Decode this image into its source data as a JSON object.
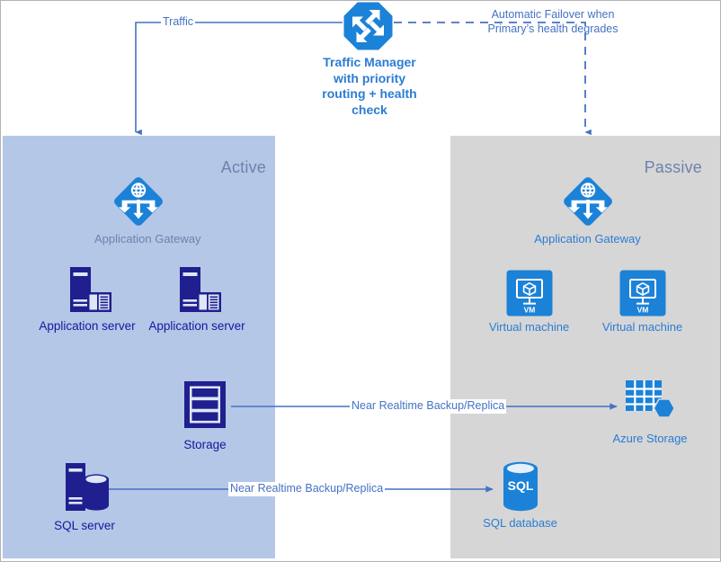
{
  "diagram": {
    "title": "Azure Active-Passive Failover Architecture",
    "colors": {
      "azure_blue": "#2b7cd3",
      "navy": "#17179e",
      "dark_navy": "#1f1f8f",
      "connector_blue": "#4472c4",
      "active_zone_bg": "#b4c7e7",
      "passive_zone_bg": "#d6d6d6",
      "muted_label": "#6b83ad",
      "canvas_border": "#b3b3b3"
    }
  },
  "zones": {
    "active": {
      "label": "Active"
    },
    "passive": {
      "label": "Passive"
    }
  },
  "traffic_manager": {
    "icon": "traffic-manager-icon",
    "label": "Traffic Manager\nwith priority\nrouting + health\ncheck",
    "line1": "Traffic Manager",
    "line2": "with priority",
    "line3": "routing + health",
    "line4": "check"
  },
  "connectors": {
    "traffic": {
      "label": "Traffic",
      "style": "solid",
      "from": "traffic-manager",
      "to": "active-zone"
    },
    "failover": {
      "line1": "Automatic Failover when",
      "line2": "Primary’s health degrades",
      "style": "dashed",
      "from": "traffic-manager",
      "to": "passive-zone"
    },
    "storage_replica": {
      "label": "Near Realtime Backup/Replica",
      "style": "solid",
      "from": "storage",
      "to": "azure-storage"
    },
    "sql_replica": {
      "label": "Near Realtime Backup/Replica",
      "style": "solid",
      "from": "sql-server",
      "to": "sql-database"
    }
  },
  "nodes": {
    "active": [
      {
        "id": "application-gateway-active",
        "label": "Application Gateway",
        "icon": "application-gateway-icon",
        "label_color": "muted"
      },
      {
        "id": "application-server-1",
        "label": "Application server",
        "icon": "application-server-icon",
        "label_color": "navy"
      },
      {
        "id": "application-server-2",
        "label": "Application server",
        "icon": "application-server-icon",
        "label_color": "navy"
      },
      {
        "id": "storage",
        "label": "Storage",
        "icon": "storage-icon",
        "label_color": "navy"
      },
      {
        "id": "sql-server",
        "label": "SQL server",
        "icon": "sql-server-icon",
        "label_color": "navy"
      }
    ],
    "passive": [
      {
        "id": "application-gateway-passive",
        "label": "Application Gateway",
        "icon": "application-gateway-icon",
        "label_color": "blue"
      },
      {
        "id": "virtual-machine-1",
        "label": "Virtual machine",
        "icon": "virtual-machine-icon",
        "badge": "VM",
        "label_color": "blue"
      },
      {
        "id": "virtual-machine-2",
        "label": "Virtual machine",
        "icon": "virtual-machine-icon",
        "badge": "VM",
        "label_color": "blue"
      },
      {
        "id": "azure-storage",
        "label": "Azure Storage",
        "icon": "azure-storage-icon",
        "label_color": "blue"
      },
      {
        "id": "sql-database",
        "label": "SQL database",
        "icon": "sql-database-icon",
        "badge": "SQL",
        "label_color": "blue"
      }
    ]
  }
}
